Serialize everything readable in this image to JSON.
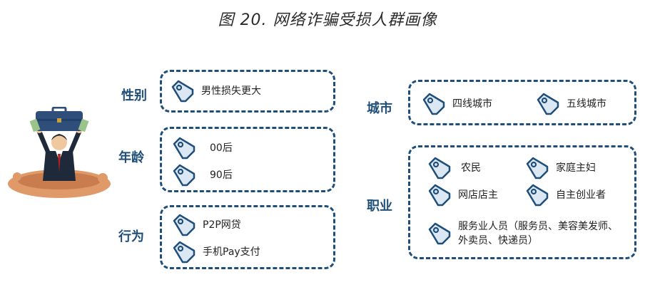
{
  "title": "图 20. 网络诈骗受损人群画像",
  "categories": {
    "gender": {
      "label": "性别",
      "items": [
        "男性损失更大"
      ]
    },
    "age": {
      "label": "年龄",
      "items": [
        "00后",
        "90后"
      ]
    },
    "behavior": {
      "label": "行为",
      "items": [
        "P2P网贷",
        "手机Pay支付"
      ]
    },
    "city": {
      "label": "城市",
      "items": [
        "四线城市",
        "五线城市"
      ]
    },
    "occupation": {
      "label": "职业",
      "items": [
        "农民",
        "家庭主妇",
        "网店店主",
        "自主创业者",
        "服务业人员（服务员、美容美发师、外卖员、快递员）"
      ]
    }
  },
  "icons": {
    "tag": "price-tag-icon",
    "figure": "sinking-businessman-icon"
  },
  "colors": {
    "accent": "#1f4e79",
    "tag_fill": "#dbe8f4",
    "mud": "#e09a6a"
  }
}
